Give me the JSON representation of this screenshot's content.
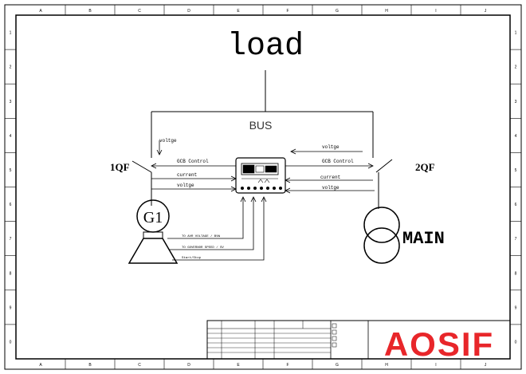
{
  "frame": {
    "columns": [
      "A",
      "B",
      "C",
      "D",
      "E",
      "F",
      "G",
      "H",
      "I",
      "J"
    ],
    "rows": [
      "1",
      "2",
      "3",
      "4",
      "5",
      "6",
      "7",
      "8",
      "9",
      "0"
    ]
  },
  "diagram": {
    "title": "load",
    "bus_label": "BUS",
    "left_breaker": "1QF",
    "right_breaker": "2QF",
    "generator": "G1",
    "mains": "MAIN",
    "left_signals": {
      "voltage_bus": "voltge",
      "gcb_control": "GCB Control",
      "current": "current",
      "voltage_gen": "voltge"
    },
    "right_signals": {
      "voltage_bus": "voltge",
      "gcb_control": "GCB Control",
      "current": "current",
      "voltage_mains": "voltge"
    },
    "engine_signals": [
      "TO AVR VOLTAGE / BVW",
      "TO GOVERNOR SPEED / SV",
      "Start/Stop"
    ]
  },
  "title_block": {
    "logo": "AOSIF",
    "colors": {
      "logo": "#e8262a",
      "line": "#000000"
    }
  }
}
